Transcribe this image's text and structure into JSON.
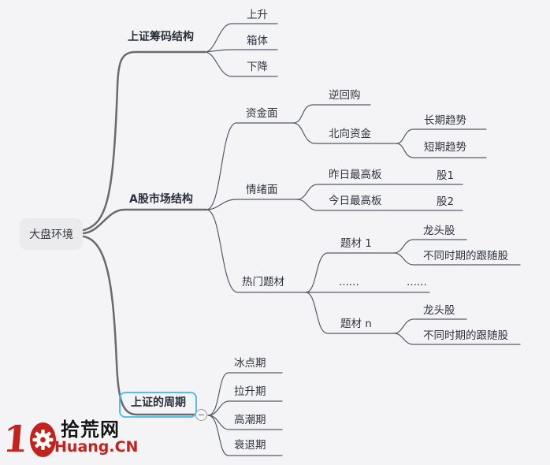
{
  "canvas": {
    "background_color": "#f4f4f7",
    "text_color": "#2e3340",
    "thick_line_color": "#6a6a6e",
    "thin_line_color": "#565b68",
    "selection_color": "#55bdf0",
    "root_fill_color": "#ebebed",
    "watermark_red": "#c3231c"
  },
  "icons": {
    "collapse_toggle": "minus-circle",
    "watermark_gear": "gear"
  },
  "root": {
    "label": "大盘环境"
  },
  "branches": [
    {
      "label": "上证筹码结构",
      "children": [
        {
          "label": "上升"
        },
        {
          "label": "箱体"
        },
        {
          "label": "下降"
        }
      ]
    },
    {
      "label": "A股市场结构",
      "children": [
        {
          "label": "资金面",
          "children": [
            {
              "label": "逆回购"
            },
            {
              "label": "北向资金",
              "children": [
                {
                  "label": "长期趋势"
                },
                {
                  "label": "短期趋势"
                }
              ]
            }
          ]
        },
        {
          "label": "情绪面",
          "children": [
            {
              "label": "昨日最高板",
              "children": [
                {
                  "label": "股1"
                }
              ]
            },
            {
              "label": "今日最高板",
              "children": [
                {
                  "label": "股2"
                }
              ]
            }
          ]
        },
        {
          "label": "热门题材",
          "children": [
            {
              "label": "题材 1",
              "children": [
                {
                  "label": "龙头股"
                },
                {
                  "label": "不同时期的跟随股"
                }
              ]
            },
            {
              "label": "......",
              "children": [
                {
                  "label": "......"
                }
              ]
            },
            {
              "label": "题材 n",
              "children": [
                {
                  "label": "龙头股"
                },
                {
                  "label": "不同时期的跟随股"
                }
              ]
            }
          ]
        }
      ]
    },
    {
      "label": "上证的周期",
      "selected": true,
      "children": [
        {
          "label": "冰点期"
        },
        {
          "label": "拉升期"
        },
        {
          "label": "高潮期"
        },
        {
          "label": "衰退期"
        }
      ]
    }
  ],
  "watermark": {
    "number": "1",
    "site_name": "拾荒网",
    "domain": "Huang.CN"
  }
}
